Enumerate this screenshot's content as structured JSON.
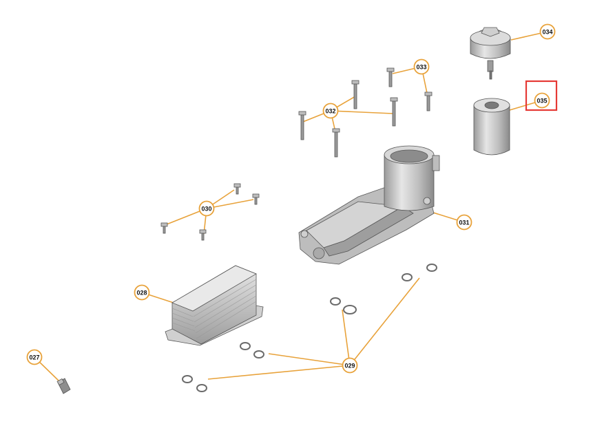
{
  "colors": {
    "leader": "#e8a23a",
    "selection": "#e53935",
    "part_metal": "#c8c8c8"
  },
  "callouts": [
    {
      "id": "c027",
      "label": "027"
    },
    {
      "id": "c028",
      "label": "028"
    },
    {
      "id": "c029",
      "label": "029"
    },
    {
      "id": "c030",
      "label": "030"
    },
    {
      "id": "c031",
      "label": "031"
    },
    {
      "id": "c032",
      "label": "032"
    },
    {
      "id": "c033",
      "label": "033"
    },
    {
      "id": "c034",
      "label": "034"
    },
    {
      "id": "c035",
      "label": "035"
    }
  ],
  "selected_callout": "035"
}
